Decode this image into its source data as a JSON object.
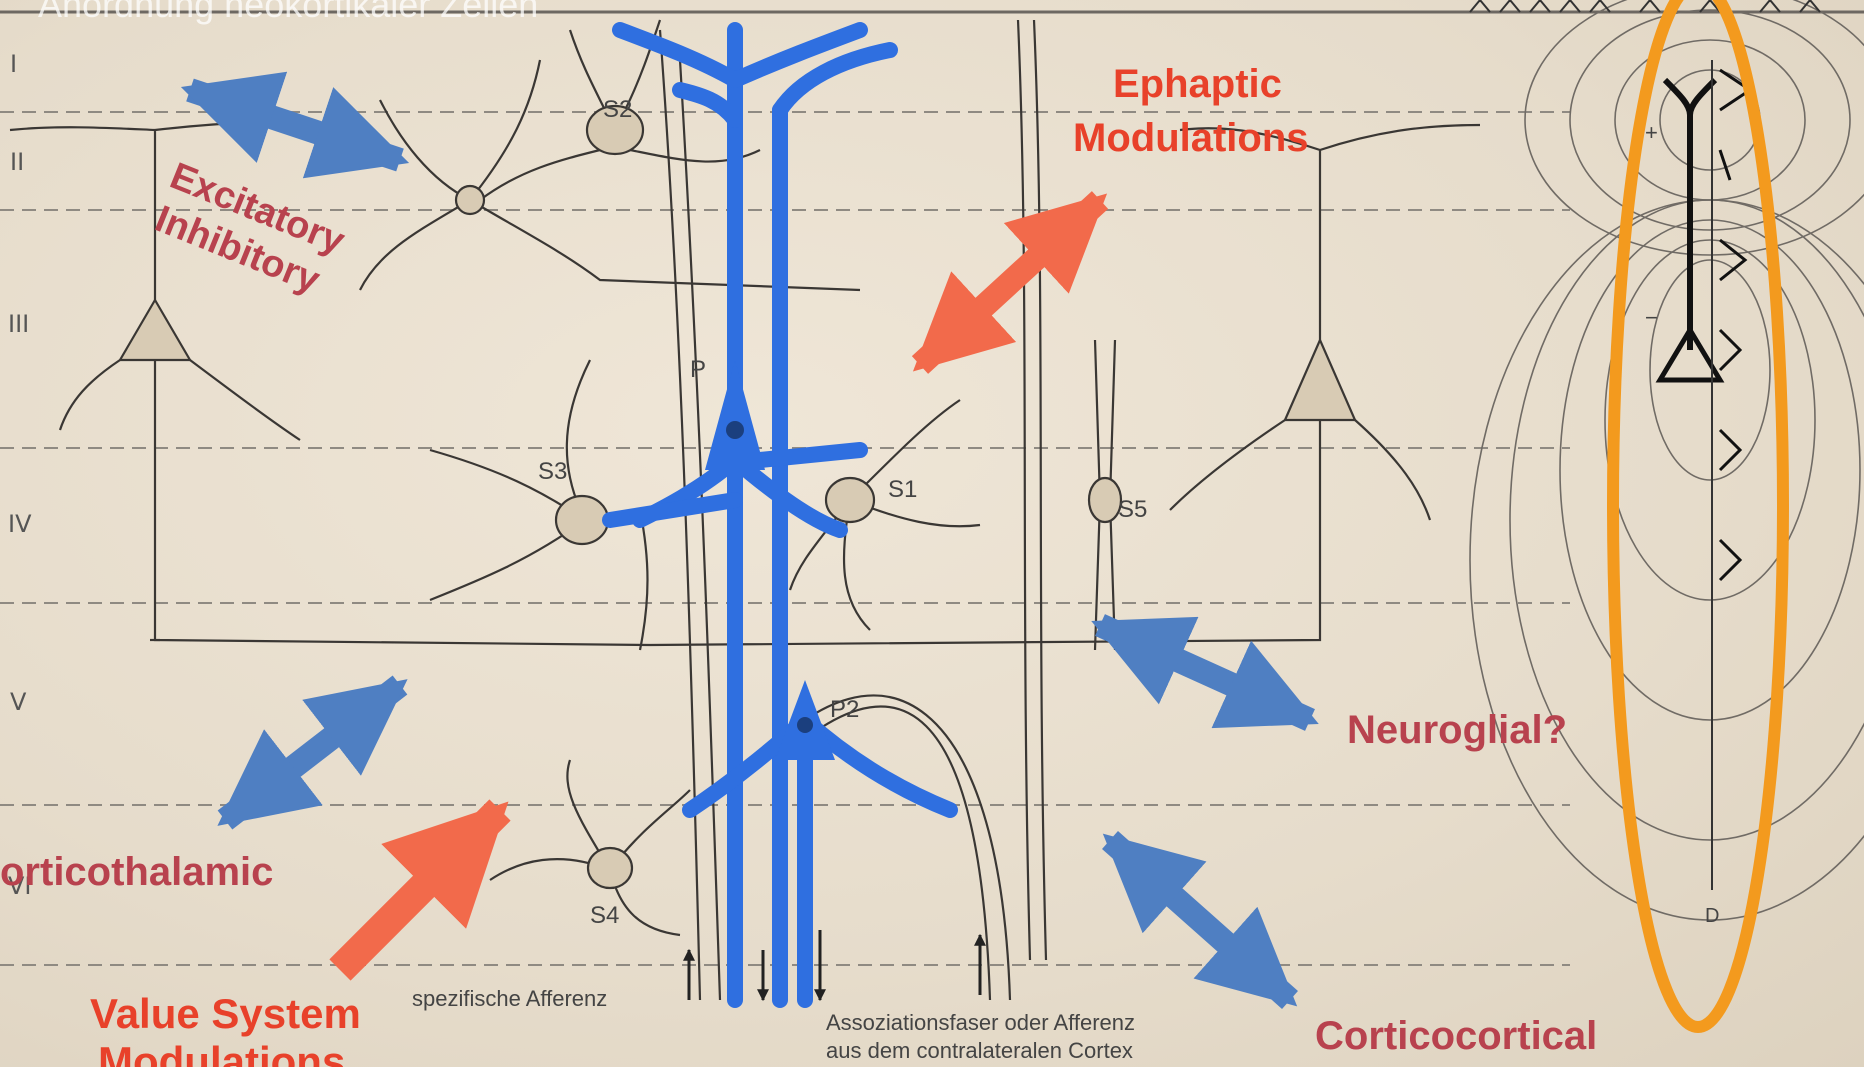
{
  "title_faint": "Anordnung neokortikaler Zellen",
  "layers": [
    "I",
    "II",
    "III",
    "IV",
    "V",
    "VI"
  ],
  "cell_labels": [
    "S2",
    "P",
    "S3",
    "S1",
    "S5",
    "P2",
    "S4"
  ],
  "captions": {
    "specific": "spezifische Afferenz",
    "association_1": "Assoziationsfaser oder Afferenz",
    "association_2": "aus dem contralateralen Cortex"
  },
  "annotations": {
    "excitatory": "Excitatory",
    "inhibitory": "Inhibitory",
    "ephaptic_1": "Ephaptic",
    "ephaptic_2": "Modulations",
    "neuroglial": "Neuroglial?",
    "corticothalamic": "orticothalamic",
    "value_1": "Value System",
    "value_2": "Modulations",
    "corticocortical": "Corticocortical"
  },
  "field_labels": {
    "plus": "+",
    "minus": "−",
    "bottom": "D"
  },
  "colors": {
    "background": "#e9dfcf",
    "neuron_highlight": "#2f6fe0",
    "arrow_blue": "#4f7fc2",
    "arrow_red": "#f26a4b",
    "ellipse_orange": "#f39a1e",
    "label_red": "#e8412a",
    "label_rose": "#b8424e"
  }
}
